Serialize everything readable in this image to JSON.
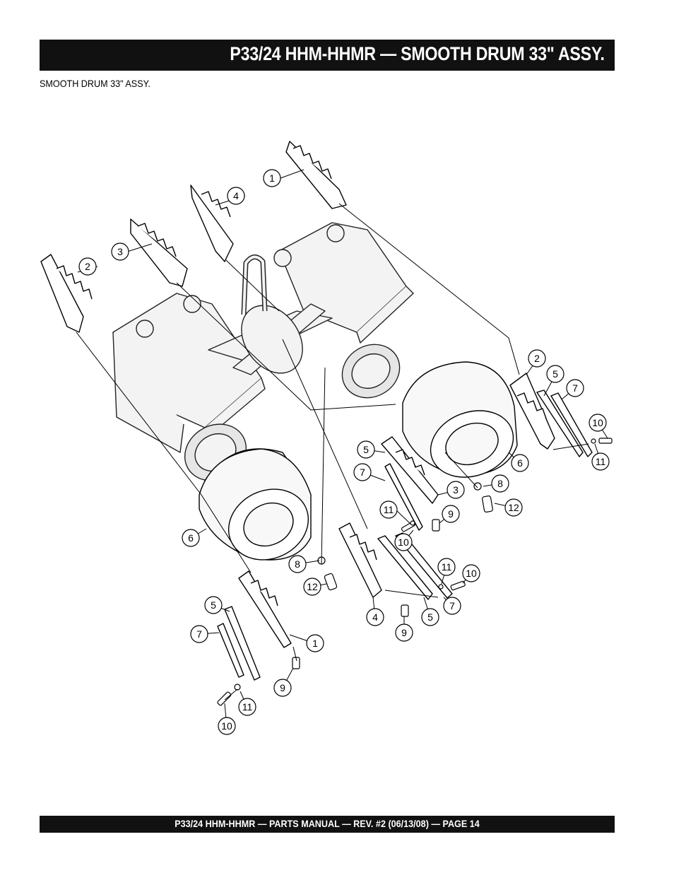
{
  "header": {
    "title": "P33/24 HHM-HHMR — SMOOTH DRUM 33\" ASSY."
  },
  "subtitle": "SMOOTH DRUM 33\" ASSY.",
  "footer": {
    "text": "P33/24 HHM-HHMR — PARTS MANUAL — REV. #2 (06/13/08) — PAGE 14"
  },
  "callouts": [
    {
      "id": "c1",
      "label": "1"
    },
    {
      "id": "c4",
      "label": "4"
    },
    {
      "id": "c3",
      "label": "3"
    },
    {
      "id": "c2",
      "label": "2"
    },
    {
      "id": "c2r",
      "label": "2"
    },
    {
      "id": "c5r",
      "label": "5"
    },
    {
      "id": "c7r",
      "label": "7"
    },
    {
      "id": "c10r",
      "label": "10"
    },
    {
      "id": "c11r",
      "label": "11"
    },
    {
      "id": "c6r",
      "label": "6"
    },
    {
      "id": "c8r",
      "label": "8"
    },
    {
      "id": "c12r",
      "label": "12"
    },
    {
      "id": "c5m",
      "label": "5"
    },
    {
      "id": "c7m",
      "label": "7"
    },
    {
      "id": "c3m",
      "label": "3"
    },
    {
      "id": "c11m",
      "label": "11"
    },
    {
      "id": "c9m",
      "label": "9"
    },
    {
      "id": "c10m",
      "label": "10"
    },
    {
      "id": "c6l",
      "label": "6"
    },
    {
      "id": "c8l",
      "label": "8"
    },
    {
      "id": "c12l",
      "label": "12"
    },
    {
      "id": "c11b",
      "label": "11"
    },
    {
      "id": "c10b",
      "label": "10"
    },
    {
      "id": "c4b",
      "label": "4"
    },
    {
      "id": "c9b",
      "label": "9"
    },
    {
      "id": "c5b",
      "label": "5"
    },
    {
      "id": "c7b",
      "label": "7"
    },
    {
      "id": "c5l",
      "label": "5"
    },
    {
      "id": "c7l",
      "label": "7"
    },
    {
      "id": "c1l",
      "label": "1"
    },
    {
      "id": "c9l",
      "label": "9"
    },
    {
      "id": "c11l",
      "label": "11"
    },
    {
      "id": "c10l",
      "label": "10"
    }
  ]
}
